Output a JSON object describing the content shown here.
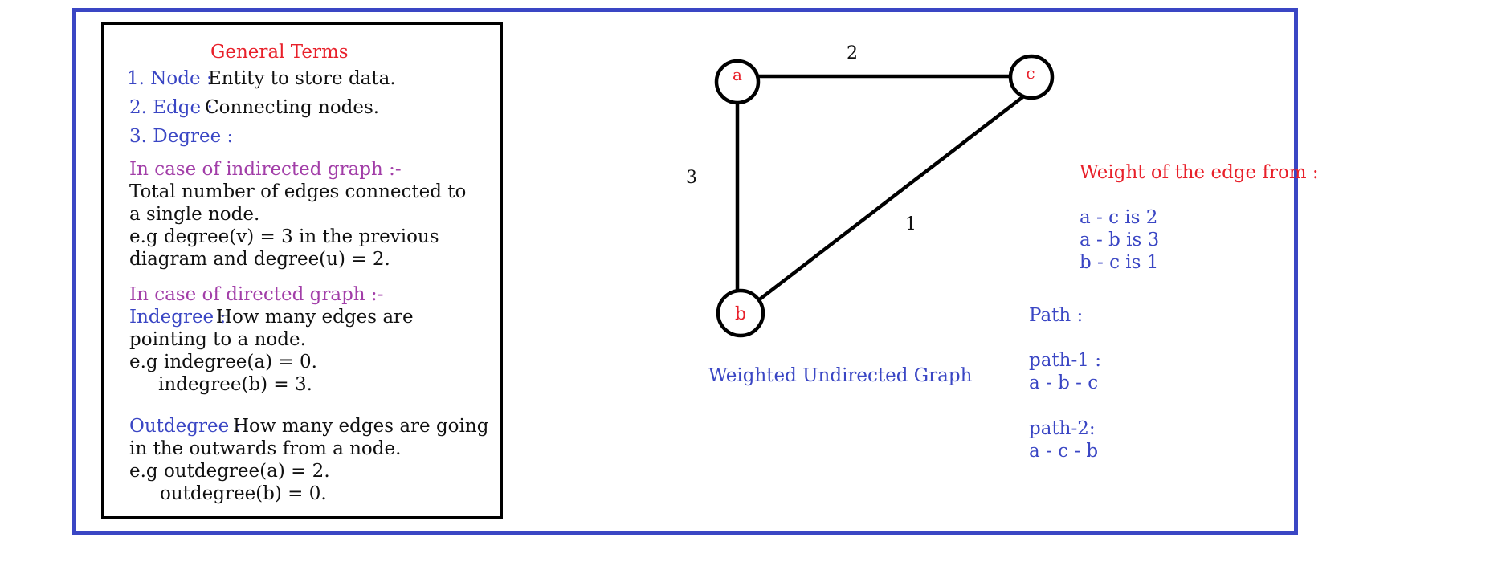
{
  "colors": {
    "frame": "#3a46c4",
    "heading": "#e8202a",
    "term": "#3a46c4",
    "case": "#a23ea8",
    "text": "#111111"
  },
  "terms_panel": {
    "title": "General Terms",
    "node_label": "1. Node :",
    "node_text": "Entity to store data.",
    "edge_label": "2. Edge :",
    "edge_text": "Connecting nodes.",
    "degree_label": "3. Degree :",
    "undirected_heading": "In case of indirected graph :-",
    "undirected_line1": "Total number of edges connected to",
    "undirected_line2": "a single node.",
    "undirected_line3": "e.g degree(v) = 3 in the previous",
    "undirected_line4": "diagram and degree(u) = 2.",
    "directed_heading": "In case of directed graph :-",
    "indegree_label": "Indegree :",
    "indegree_text": "How many edges are",
    "indegree_line2": "pointing to a node.",
    "indegree_ex1": "e.g indegree(a) = 0.",
    "indegree_ex2": "indegree(b) = 3.",
    "outdegree_label": "Outdegree :",
    "outdegree_text": "How many edges are going",
    "outdegree_line2": "in the outwards from a node.",
    "outdegree_ex1": "e.g outdegree(a) = 2.",
    "outdegree_ex2": "outdegree(b) = 0."
  },
  "graph": {
    "caption": "Weighted Undirected Graph",
    "nodes": [
      {
        "id": "a",
        "label": "a"
      },
      {
        "id": "b",
        "label": "b"
      },
      {
        "id": "c",
        "label": "c"
      }
    ],
    "edges": [
      {
        "from": "a",
        "to": "c",
        "weight": "2"
      },
      {
        "from": "a",
        "to": "b",
        "weight": "3"
      },
      {
        "from": "b",
        "to": "c",
        "weight": "1"
      }
    ]
  },
  "weights_panel": {
    "heading": "Weight of the edge from :",
    "items": [
      "a - c is 2",
      "a - b is 3",
      "b - c is 1"
    ]
  },
  "paths_panel": {
    "heading": "Path :",
    "path1_label": "path-1 :",
    "path1_value": "a - b - c",
    "path2_label": "path-2:",
    "path2_value": "a - c - b"
  }
}
